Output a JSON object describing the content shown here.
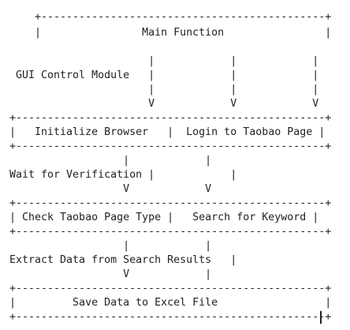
{
  "diagram": {
    "lines": [
      "    +---------------------------------------------+",
      "    |                Main Function                |",
      "                      |            |            |",
      " GUI Control Module   |            |            |",
      "                      |            |            |",
      "                      V            V            V",
      "+-------------------------------------------------+",
      "|   Initialize Browser   |  Login to Taobao Page |",
      "+-------------------------------------------------+",
      "                  |            |",
      "Wait for Verification |            |",
      "                  V            V",
      "+-------------------------------------------------+",
      "| Check Taobao Page Type |   Search for Keyword |",
      "+-------------------------------------------------+",
      "                  |            |",
      "Extract Data from Search Results   |",
      "                  V            |",
      "+-------------------------------------------------+",
      "|         Save Data to Excel File                 |",
      "+-------------------------------------------------+"
    ]
  }
}
